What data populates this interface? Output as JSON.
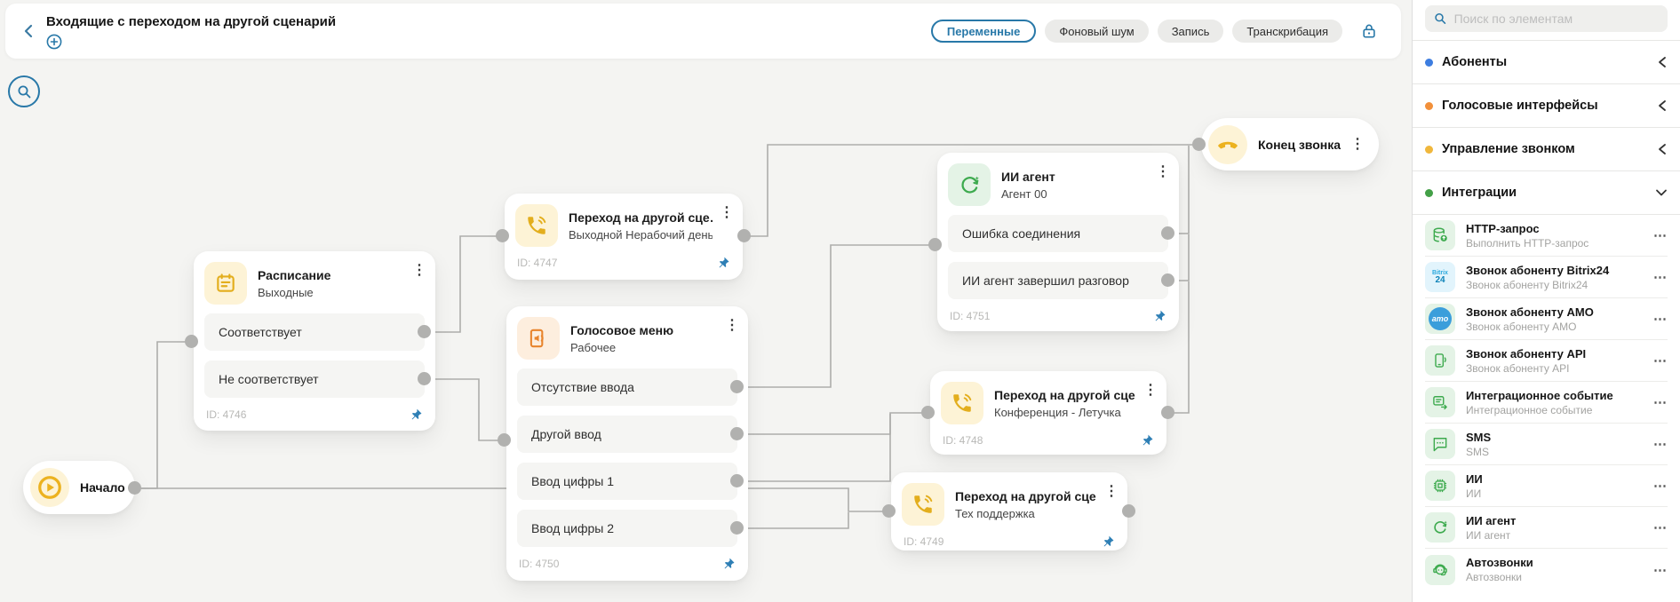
{
  "header": {
    "back_icon": "chevron-left-icon",
    "title": "Входящие с переходом на другой сценарий",
    "add_icon": "plus-circle-icon",
    "buttons": [
      {
        "label": "Переменные",
        "active": true
      },
      {
        "label": "Фоновый шум",
        "active": false
      },
      {
        "label": "Запись",
        "active": false
      },
      {
        "label": "Транскрибация",
        "active": false
      }
    ],
    "lock_icon": "lock-icon"
  },
  "canvas": {
    "search_icon": "search-icon",
    "nodes": {
      "start": {
        "label": "Начало",
        "icon": "play-icon"
      },
      "schedule": {
        "icon": "calendar-icon",
        "title": "Расписание",
        "subtitle": "Выходные",
        "rows": [
          "Соответствует",
          "Не соответствует"
        ],
        "id": "ID: 4746"
      },
      "transition_weekend": {
        "icon": "phone-transfer-icon",
        "title": "Переход на другой сце…",
        "subtitle": "Выходной Нерабочий день",
        "id": "ID: 4747"
      },
      "voice_menu": {
        "icon": "voice-menu-icon",
        "title": "Голосовое меню",
        "subtitle": "Рабочее",
        "rows": [
          "Отсутствие ввода",
          "Другой ввод",
          "Ввод цифры 1",
          "Ввод цифры 2"
        ],
        "id": "ID: 4750"
      },
      "ai_agent": {
        "icon": "ai-agent-icon",
        "title": "ИИ агент",
        "subtitle": "Агент 00",
        "rows": [
          "Ошибка соединения",
          "ИИ агент завершил разговор"
        ],
        "id": "ID: 4751"
      },
      "transition_conference": {
        "icon": "phone-transfer-icon",
        "title": "Переход на другой сце…",
        "subtitle": "Конференция - Летучка",
        "id": "ID: 4748"
      },
      "transition_support": {
        "icon": "phone-transfer-icon",
        "title": "Переход на другой сце…",
        "subtitle": "Тех поддержка",
        "id": "ID: 4749"
      },
      "end": {
        "label": "Конец звонка",
        "icon": "hangup-phone-icon"
      }
    }
  },
  "sidebar": {
    "search": {
      "placeholder": "Поиск по элементам",
      "icon": "search-icon"
    },
    "sections": [
      {
        "label": "Абоненты",
        "dot_color": "#3d7de0",
        "expanded": false
      },
      {
        "label": "Голосовые интерфейсы",
        "dot_color": "#f2903a",
        "expanded": false
      },
      {
        "label": "Управление звонком",
        "dot_color": "#f0b73c",
        "expanded": false
      },
      {
        "label": "Интеграции",
        "dot_color": "#43a047",
        "expanded": true
      }
    ],
    "items": [
      {
        "title": "HTTP-запрос",
        "subtitle": "Выполнить HTTP-запрос",
        "icon": "http-request-icon",
        "more": "⋯"
      },
      {
        "title": "Звонок абоненту Bitrix24",
        "subtitle": "Звонок абоненту Bitrix24",
        "icon": "bitrix24-icon",
        "more": "⋯",
        "logo_line1": "Bitrix",
        "logo_line2": "24"
      },
      {
        "title": "Звонок абоненту AMO",
        "subtitle": "Звонок абоненту AMO",
        "icon": "amo-icon",
        "more": "⋯",
        "logo": "amo"
      },
      {
        "title": "Звонок абоненту API",
        "subtitle": "Звонок абоненту API",
        "icon": "phone-api-icon",
        "more": "⋯"
      },
      {
        "title": "Интеграционное событие",
        "subtitle": "Интеграционное событие",
        "icon": "integration-event-icon",
        "more": "⋯"
      },
      {
        "title": "SMS",
        "subtitle": "SMS",
        "icon": "sms-icon",
        "more": "⋯"
      },
      {
        "title": "ИИ",
        "subtitle": "ИИ",
        "icon": "ai-chip-icon",
        "more": "⋯"
      },
      {
        "title": "ИИ агент",
        "subtitle": "ИИ агент",
        "icon": "ai-agent-icon",
        "more": "⋯"
      },
      {
        "title": "Автозвонки",
        "subtitle": "Автозвонки",
        "icon": "autocalls-icon",
        "more": "⋯"
      }
    ]
  },
  "colors": {
    "accent_blue": "#2878a8",
    "node_yellow": "#e3ae1d",
    "node_orange": "#e8842c",
    "node_green": "#3daa4e",
    "wire_gray": "#adadab",
    "port_gray": "#b1b1af",
    "canvas_bg": "#f4f4f2"
  }
}
